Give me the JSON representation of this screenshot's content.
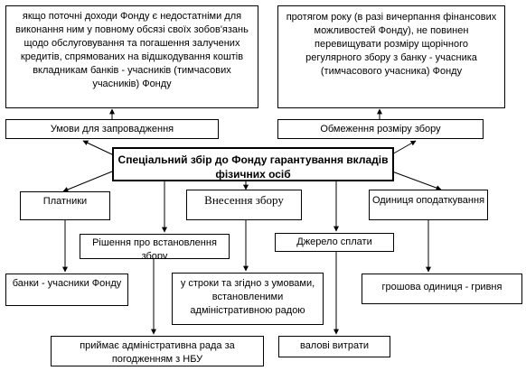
{
  "boxes": {
    "conditions_desc": "якщо поточні доходи Фонду є недостатніми для виконання ним у повному обсязі своїх зобов'язань щодо обслуговування та погашення залучених кредитів, спрямованих на відшкодування коштів вкладникам банків - учасників (тимчасових учасників) Фонду",
    "limit_desc": "протягом року (в разі вичерпання фінансових можливостей Фонду), не повинен перевищувати розміру щорічного регулярного збору з банку - учасника (тимчасового учасника) Фонду",
    "conditions": "Умови для запровадження",
    "limit": "Обмеження розміру збору",
    "center": "Спеціальний збір до Фонду гарантування  вкладів фізичних осіб",
    "payers": "Платники",
    "payment": "Внесення збору",
    "unit": "Одиниця оподаткування",
    "decision": "Рішення про встановлення збору",
    "source": "Джерело сплати",
    "payers_desc": "банки - учасники Фонду",
    "payment_desc": "у строки та згідно з умовами, встановленими адміністративною радою",
    "unit_desc": "грошова одиниця - гривня",
    "decision_desc": "приймає адміністративна рада за погодженням з НБУ",
    "source_desc": "валові витрати"
  }
}
